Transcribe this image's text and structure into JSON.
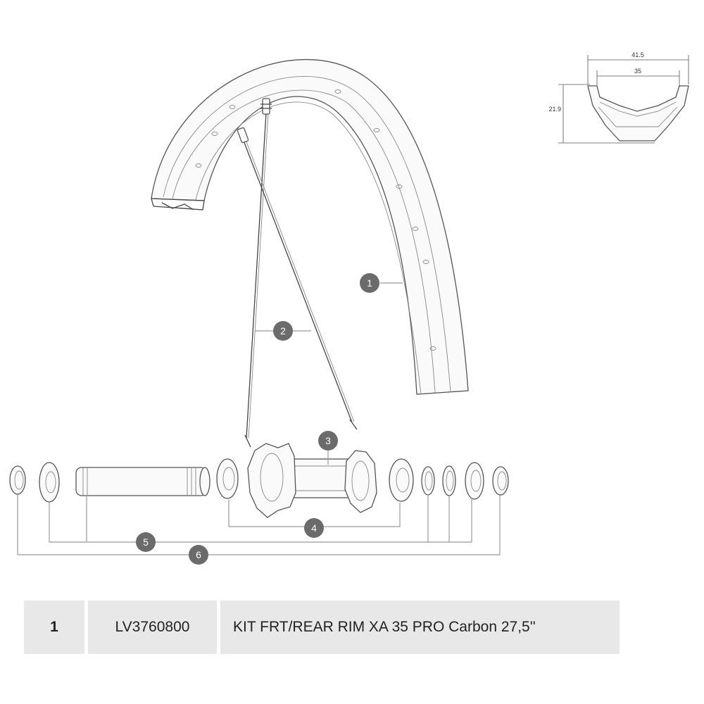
{
  "diagram": {
    "markers": [
      "1",
      "2",
      "3",
      "4",
      "5",
      "6"
    ],
    "profile": {
      "outer_width": "41.5",
      "inner_width": "35",
      "height": "21.9"
    }
  },
  "parts_table": {
    "rows": [
      {
        "index": "1",
        "reference": "LV3760800",
        "description": "KIT FRT/REAR RIM XA 35 PRO Carbon 27,5''"
      }
    ]
  },
  "colors": {
    "marker": "#6b6b6b",
    "table_cell": "#e8e8e8",
    "line": "#444444"
  }
}
